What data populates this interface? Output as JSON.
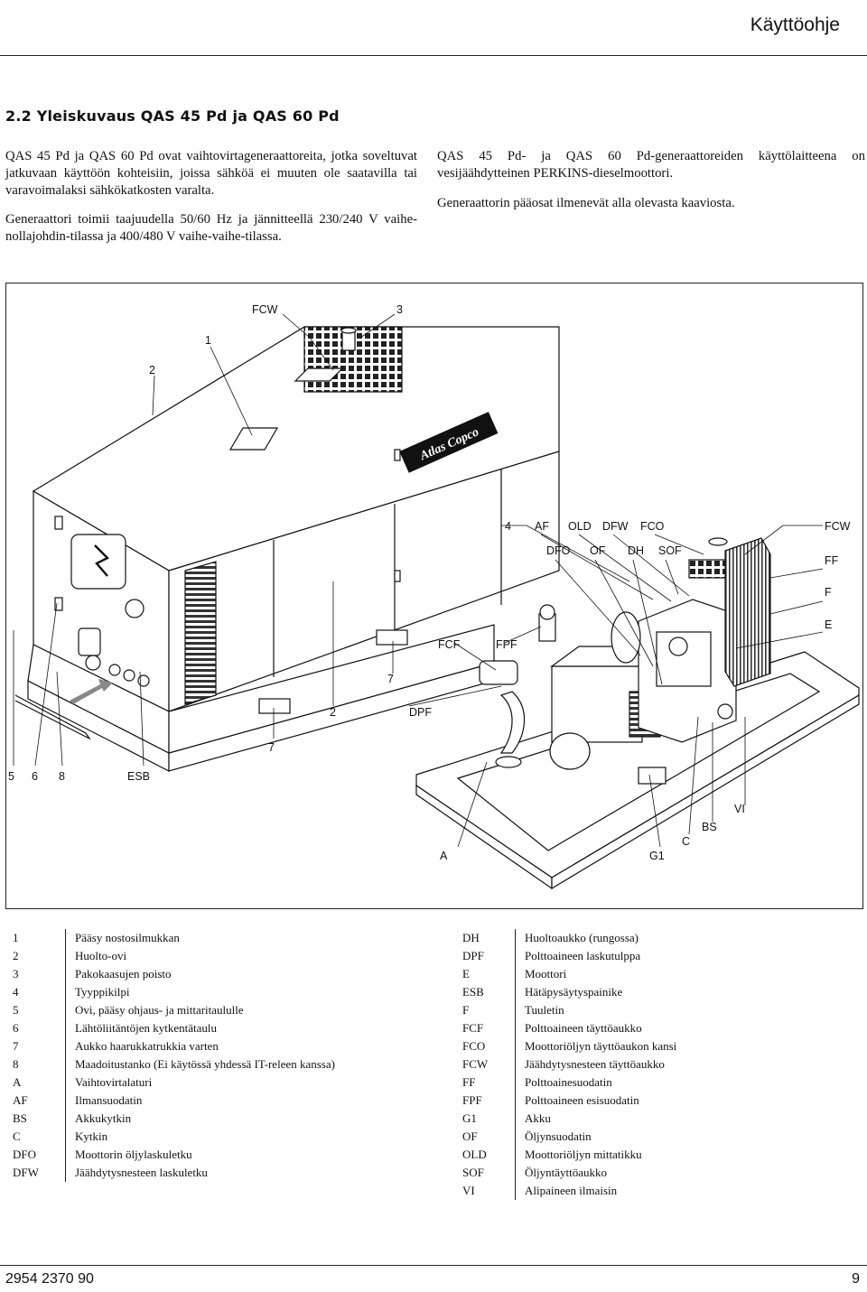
{
  "header": {
    "title": "Käyttöohje"
  },
  "section": {
    "title": "2.2  Yleiskuvaus QAS 45 Pd ja QAS 60 Pd"
  },
  "body_left": [
    "QAS 45 Pd ja QAS 60 Pd ovat vaihtovirtageneraattoreita, jotka soveltuvat jatkuvaan käyttöön kohteisiin, joissa sähköä ei muuten ole saatavilla tai varavoimalaksi sähkökatkosten varalta.",
    "Generaattori toimii taajuudella 50/60 Hz ja jännitteellä 230/240 V vaihe-nollajohdin-tilassa ja 400/480 V vaihe-vaihe-tilassa."
  ],
  "body_right": [
    "QAS 45 Pd- ja QAS 60 Pd-generaattoreiden käyttölaitteena on vesijäähdytteinen PERKINS-dieselmoottori.",
    "Generaattorin pääosat ilmenevät alla olevasta kaaviosta."
  ],
  "figure": {
    "brand": "Atlas Copco",
    "callouts": {
      "fcw_top": "FCW",
      "n3": "3",
      "n1": "1",
      "n2_top": "2",
      "n4": "4",
      "af": "AF",
      "old": "OLD",
      "dfw": "DFW",
      "fco": "FCO",
      "fcw_right": "FCW",
      "dfo": "DFO",
      "of": "OF",
      "dh": "DH",
      "sof": "SOF",
      "ff": "FF",
      "f": "F",
      "e": "E",
      "fcf": "FCF",
      "fpf": "FPF",
      "n7_mid": "7",
      "n2_mid": "2",
      "dpf": "DPF",
      "n7_low": "7",
      "n5": "5",
      "n6": "6",
      "n8": "8",
      "esb": "ESB",
      "vi": "VI",
      "bs": "BS",
      "c": "C",
      "a": "A",
      "g1": "G1"
    }
  },
  "legend_left": [
    {
      "code": "1",
      "desc": "Pääsy nostosilmukkan"
    },
    {
      "code": "2",
      "desc": "Huolto-ovi"
    },
    {
      "code": "3",
      "desc": "Pakokaasujen poisto"
    },
    {
      "code": "4",
      "desc": "Tyyppikilpi"
    },
    {
      "code": "5",
      "desc": "Ovi, pääsy ohjaus- ja mittaritaululle"
    },
    {
      "code": "6",
      "desc": "Lähtöliitäntöjen kytkentätaulu"
    },
    {
      "code": "7",
      "desc": "Aukko haarukkatrukkia varten"
    },
    {
      "code": "8",
      "desc": "Maadoitustanko (Ei käytössä yhdessä IT-releen kanssa)"
    },
    {
      "code": "A",
      "desc": "Vaihtovirtalaturi"
    },
    {
      "code": "AF",
      "desc": "Ilmansuodatin"
    },
    {
      "code": "BS",
      "desc": "Akkukytkin"
    },
    {
      "code": "C",
      "desc": "Kytkin"
    },
    {
      "code": "DFO",
      "desc": "Moottorin öljylaskuletku"
    },
    {
      "code": "DFW",
      "desc": "Jäähdytysnesteen laskuletku"
    }
  ],
  "legend_right": [
    {
      "code": "DH",
      "desc": "Huoltoaukko (rungossa)"
    },
    {
      "code": "DPF",
      "desc": "Polttoaineen laskutulppa"
    },
    {
      "code": "E",
      "desc": "Moottori"
    },
    {
      "code": "ESB",
      "desc": "Hätäpysäytyspainike"
    },
    {
      "code": "F",
      "desc": "Tuuletin"
    },
    {
      "code": "FCF",
      "desc": "Polttoaineen täyttöaukko"
    },
    {
      "code": "FCO",
      "desc": "Moottoriöljyn täyttöaukon kansi"
    },
    {
      "code": "FCW",
      "desc": "Jäähdytysnesteen täyttöaukko"
    },
    {
      "code": "FF",
      "desc": "Polttoainesuodatin"
    },
    {
      "code": "FPF",
      "desc": "Polttoaineen esisuodatin"
    },
    {
      "code": "G1",
      "desc": "Akku"
    },
    {
      "code": "OF",
      "desc": "Öljynsuodatin"
    },
    {
      "code": "OLD",
      "desc": "Moottoriöljyn mittatikku"
    },
    {
      "code": "SOF",
      "desc": "Öljyntäyttöaukko"
    },
    {
      "code": "VI",
      "desc": "Alipaineen ilmaisin"
    }
  ],
  "footer": {
    "doc_number": "2954 2370 90",
    "page": "9"
  }
}
